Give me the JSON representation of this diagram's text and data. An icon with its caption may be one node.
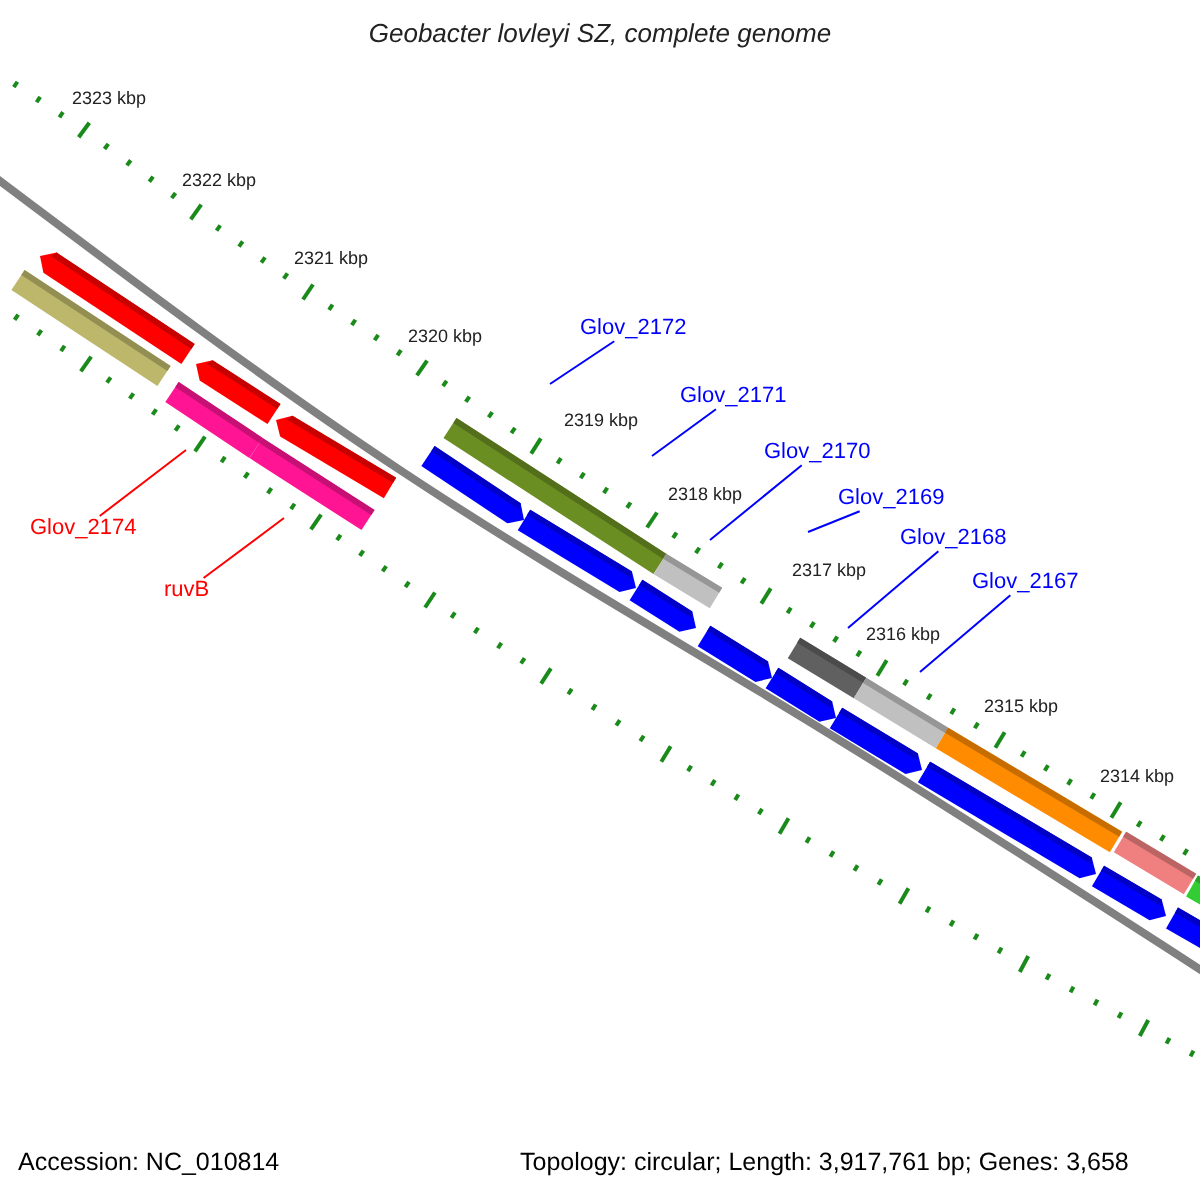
{
  "diagram": {
    "title": "Geobacter lovleyi SZ, complete genome",
    "nodes": [
      {
        "text": [
          "Glov_2172"
        ]
      },
      {
        "text": [
          "Glov_2171"
        ]
      },
      {
        "text": [
          "Glov_2170"
        ]
      },
      {
        "text": [
          "Glov_2169"
        ]
      },
      {
        "text": [
          "Glov_2174"
        ]
      },
      {
        "text": [
          "Glov_2168"
        ]
      },
      {
        "text": [
          "Glov_2167"
        ]
      },
      {
        "text": [
          "ruvB"
        ]
      }
    ],
    "edges": [
      {
        "from": 0,
        "to": null,
        "arrow": "none"
      },
      {
        "from": 1,
        "to": null,
        "arrow": "none"
      },
      {
        "from": 2,
        "to": null,
        "arrow": "none"
      },
      {
        "from": 3,
        "to": null,
        "arrow": "none"
      },
      {
        "from": 4,
        "to": null,
        "arrow": "none",
        "color": "#ff0000"
      },
      {
        "from": 5,
        "to": null,
        "arrow": "none"
      },
      {
        "from": 6,
        "to": null,
        "arrow": "none"
      },
      {
        "from": 7,
        "to": null,
        "arrow": "none",
        "color": "#ff0000"
      }
    ],
    "labels": [
      "2323 kbp",
      "2322 kbp",
      "2321 kbp",
      "2320 kbp",
      "2319 kbp",
      "2318 kbp",
      "2317 kbp",
      "2316 kbp",
      "2315 kbp",
      "2314 kbp",
      "Accession: NC_010814",
      "Topology: circular; Length: 3,917,761 bp; Genes: 3,658"
    ]
  }
}
